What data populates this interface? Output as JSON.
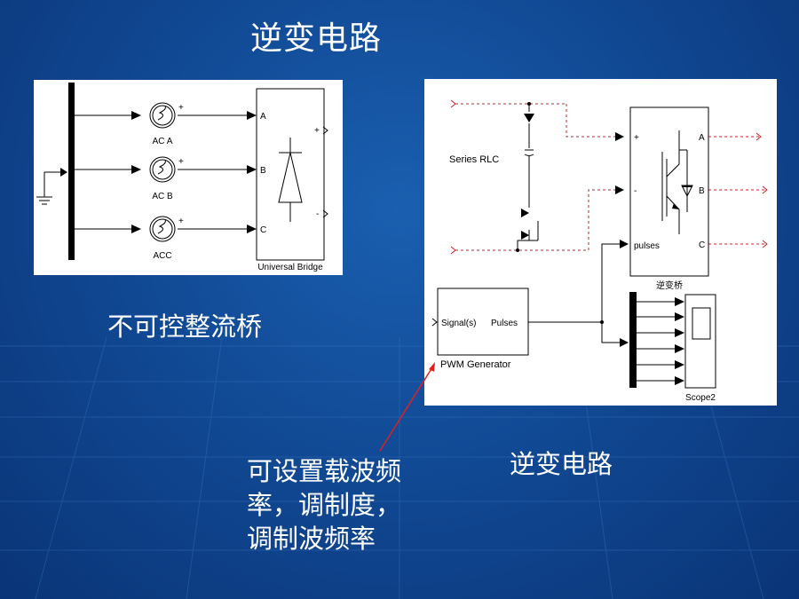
{
  "slide": {
    "title": "逆变电路",
    "caption_left": "不可控整流桥",
    "caption_right": "逆变电路",
    "annotation": "可设置载波频\n率，调制度，\n调制波频率"
  },
  "left_diagram": {
    "sources": [
      "AC A",
      "AC B",
      "ACC"
    ],
    "plus_sign": "+",
    "bridge_inputs": [
      "A",
      "B",
      "C"
    ],
    "bridge_outputs": [
      "+",
      "-"
    ],
    "bridge_label": "Universal Bridge"
  },
  "right_diagram": {
    "rlc_label": "Series RLC",
    "inverter_inputs": [
      "+",
      "-",
      "pulses"
    ],
    "inverter_outputs": [
      "A",
      "B",
      "C"
    ],
    "inverter_label": "逆变桥",
    "pwm_input": "Signal(s)",
    "pwm_output": "Pulses",
    "pwm_label": "PWM Generator",
    "scope_label": "Scope2"
  },
  "colors": {
    "background": "#114a95",
    "text": "#ffffff",
    "signal_red": "#c0282c",
    "callout_arrow": "#e02020"
  }
}
